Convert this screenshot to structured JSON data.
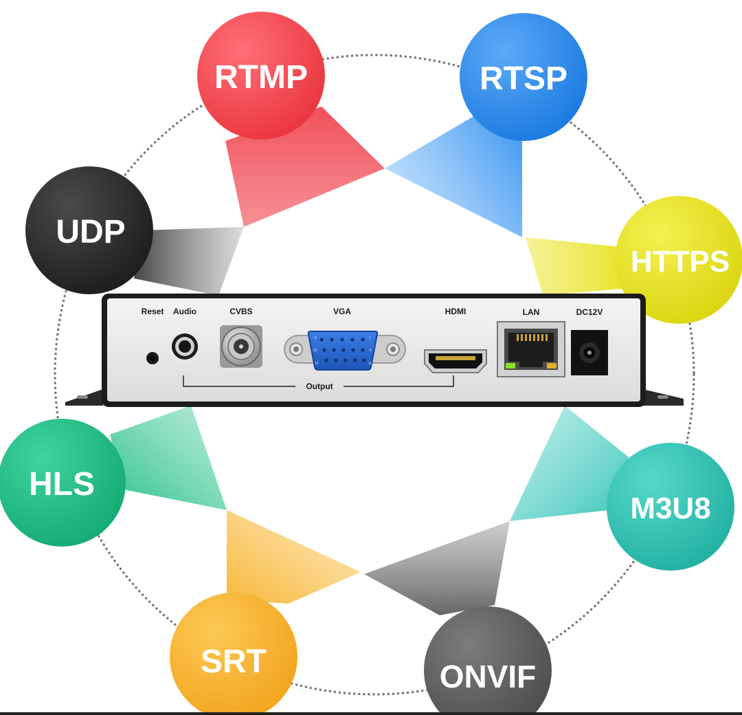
{
  "protocols": [
    {
      "id": "rtmp",
      "label": "RTMP",
      "color": "#f0464f"
    },
    {
      "id": "rtsp",
      "label": "RTSP",
      "color": "#2b8ef0"
    },
    {
      "id": "https",
      "label": "HTTPS",
      "color": "#e6e21c"
    },
    {
      "id": "m3u8",
      "label": "M3U8",
      "color": "#2ec4b5"
    },
    {
      "id": "onvif",
      "label": "ONVIF",
      "color": "#5e5e5e"
    },
    {
      "id": "srt",
      "label": "SRT",
      "color": "#f7b32b"
    },
    {
      "id": "hls",
      "label": "HLS",
      "color": "#1fbf83"
    },
    {
      "id": "udp",
      "label": "UDP",
      "color": "#2a2a2a"
    }
  ],
  "device": {
    "reset_label": "Reset",
    "audio_label": "Audio",
    "cvbs_label": "CVBS",
    "vga_label": "VGA",
    "hdmi_label": "HDMI",
    "lan_label": "LAN",
    "dc_label": "DC12V",
    "output_label": "Output",
    "vga_pins": [
      "5",
      "1",
      "10",
      "6",
      "15",
      "11"
    ]
  }
}
